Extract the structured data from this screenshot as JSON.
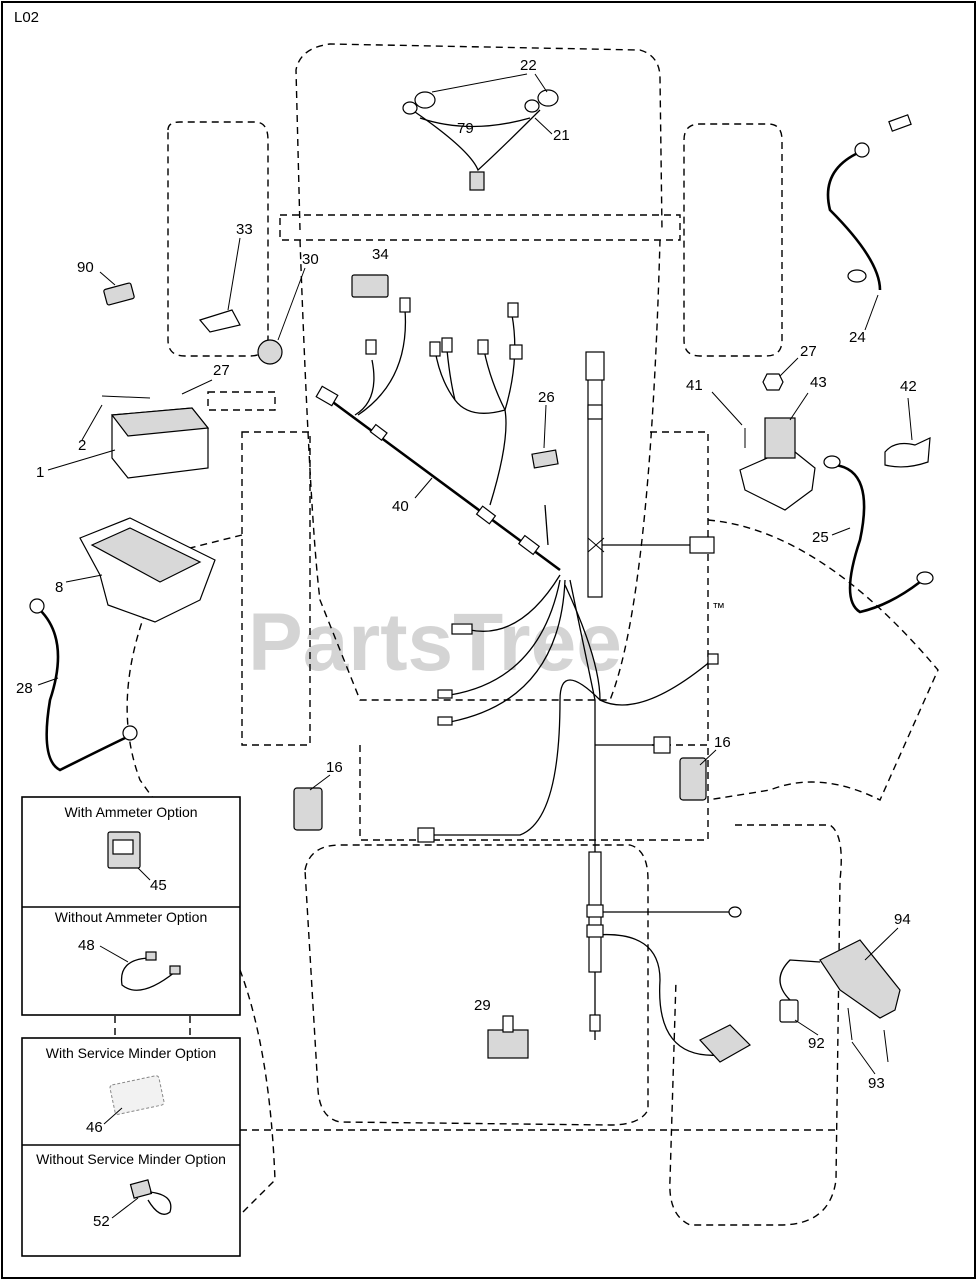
{
  "page": {
    "code": "L02",
    "watermark": "PartsTree",
    "watermark_mark": "™"
  },
  "callouts": {
    "c1": "1",
    "c2": "2",
    "c8": "8",
    "c16a": "16",
    "c16b": "16",
    "c21": "21",
    "c22": "22",
    "c24": "24",
    "c25": "25",
    "c26": "26",
    "c27a": "27",
    "c27b": "27",
    "c28": "28",
    "c29": "29",
    "c30": "30",
    "c33": "33",
    "c34": "34",
    "c40": "40",
    "c41": "41",
    "c42": "42",
    "c43": "43",
    "c45": "45",
    "c46": "46",
    "c48": "48",
    "c52": "52",
    "c79": "79",
    "c90": "90",
    "c92": "92",
    "c93": "93",
    "c94": "94"
  },
  "option_boxes": {
    "ammeter_with": "With Ammeter Option",
    "ammeter_without": "Without Ammeter Option",
    "service_with": "With Service Minder Option",
    "service_without": "Without Service Minder Option"
  }
}
